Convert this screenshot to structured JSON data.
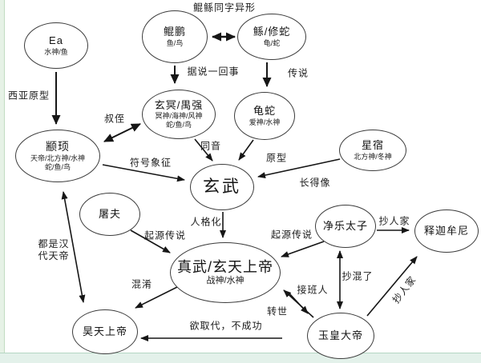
{
  "nodes": {
    "ea": {
      "title": "Ea",
      "sub1": "水神/鱼"
    },
    "kunpeng": {
      "title": "鲲鹏",
      "sub1": "鱼/鸟"
    },
    "gun": {
      "title": "鲧/修蛇",
      "sub1": "龟/蛇"
    },
    "xuanming": {
      "title": "玄冥/禺强",
      "sub1": "冥神/海神/风神",
      "sub2": "蛇/鱼/鸟"
    },
    "guishe": {
      "title": "龟蛇",
      "sub1": "爱神/水神"
    },
    "xingxiu": {
      "title": "星宿",
      "sub1": "北方神/冬神"
    },
    "zhuanxu": {
      "title": "颛顼",
      "sub1": "天帝/北方神/水神",
      "sub2": "蛇/鱼/鸟"
    },
    "xuanwu": {
      "title": "玄武"
    },
    "tufu": {
      "title": "屠夫"
    },
    "jingle": {
      "title": "净乐太子"
    },
    "shijia": {
      "title": "释迦牟尼"
    },
    "zhenwu": {
      "title": "真武/玄天上帝",
      "sub1": "战神/水神"
    },
    "haotian": {
      "title": "昊天上帝"
    },
    "yuhuang": {
      "title": "玉皇大帝"
    }
  },
  "labels": {
    "kun_gun_same_char": "鲲鲧同字异形",
    "jushuo_yihuishi": "据说一回事",
    "chuanshuo": "传说",
    "xiya_yuanxing": "西亚原型",
    "shuzhi": "叔侄",
    "fuhao_xiangzheng": "符号象征",
    "tongyin": "同音",
    "yuanxing": "原型",
    "zhangdexiang": "长得像",
    "rengehua": "人格化",
    "qiyuan_left": "起源传说",
    "qiyuan_right": "起源传说",
    "han_tiandi_line1": "都是汉",
    "han_tiandi_line2": "代天帝",
    "hunxiao": "混淆",
    "yu_qudai": "欲取代，不成功",
    "jiebanren": "接班人",
    "zhuanshi": "转世",
    "chao_hun_le": "抄混了",
    "chao_renjia_top": "抄人家",
    "chao_renjia_diag": "抄人家"
  },
  "colors": {
    "line": "#161616",
    "ellipse_stroke": "#3c3c3c",
    "left_strip": "#e6f2e6",
    "bottom_strip": "#e3f1ea",
    "background": "#ffffff"
  }
}
